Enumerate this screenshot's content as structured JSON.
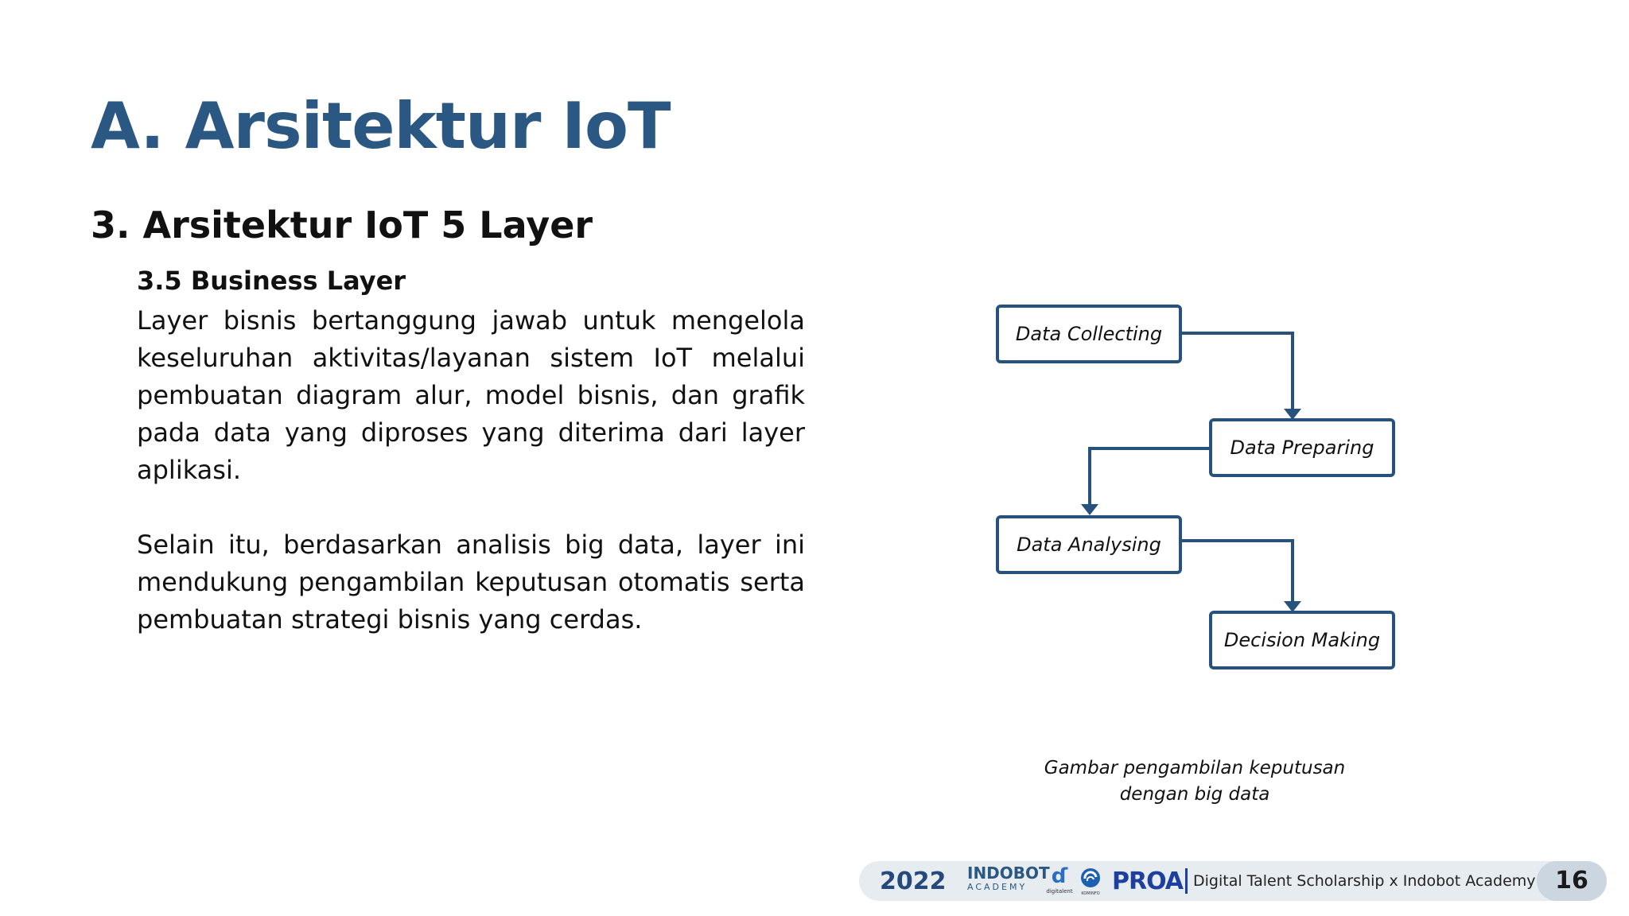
{
  "slide": {
    "title": "A. Arsitektur IoT",
    "subtitle": "3. Arsitektur IoT 5 Layer",
    "section_heading": "3.5 Business Layer",
    "paragraphs": [
      "Layer bisnis bertanggung jawab untuk mengelola keseluruhan aktivitas/layanan sistem IoT melalui pembuatan diagram alur, model bisnis, dan grafik pada data yang diproses yang diterima dari layer aplikasi.",
      "Selain itu, berdasarkan analisis big data, layer ini mendukung pengambilan keputusan otomatis serta pembuatan strategi bisnis yang cerdas."
    ]
  },
  "diagram": {
    "steps": [
      "Data Collecting",
      "Data Preparing",
      "Data Analysing",
      "Decision Making"
    ],
    "caption_lines": [
      "Gambar pengambilan keputusan",
      "dengan big data"
    ],
    "line_color": "#27527d"
  },
  "footer": {
    "year": "2022",
    "logo_indobot": [
      "INDOBOT",
      "ACADEMY"
    ],
    "logo_digitalent": "digitalent",
    "logo_kominfo": "KOMINFO",
    "logo_proa": "PROA",
    "text": "Digital Talent Scholarship x Indobot Academy",
    "page_number": "16"
  },
  "colors": {
    "title": "#2a5883",
    "box_border": "#27527d",
    "footer_bg": "#e7ecf1",
    "page_badge": "#cbd6e1"
  }
}
